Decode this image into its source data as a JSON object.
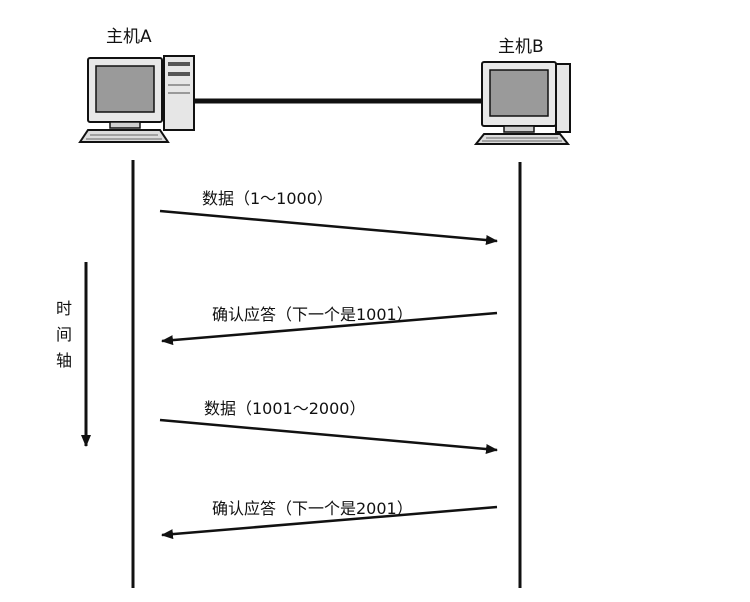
{
  "hosts": {
    "a": {
      "label": "主机A"
    },
    "b": {
      "label": "主机B"
    }
  },
  "time_axis": {
    "chars": [
      "时",
      "间",
      "轴"
    ]
  },
  "messages": [
    {
      "label": "数据（1～1000）",
      "direction": "a-to-b"
    },
    {
      "label": "确认应答（下一个是1001）",
      "direction": "b-to-a"
    },
    {
      "label": "数据（1001～2000）",
      "direction": "a-to-b"
    },
    {
      "label": "确认应答（下一个是2001）",
      "direction": "b-to-a"
    }
  ]
}
